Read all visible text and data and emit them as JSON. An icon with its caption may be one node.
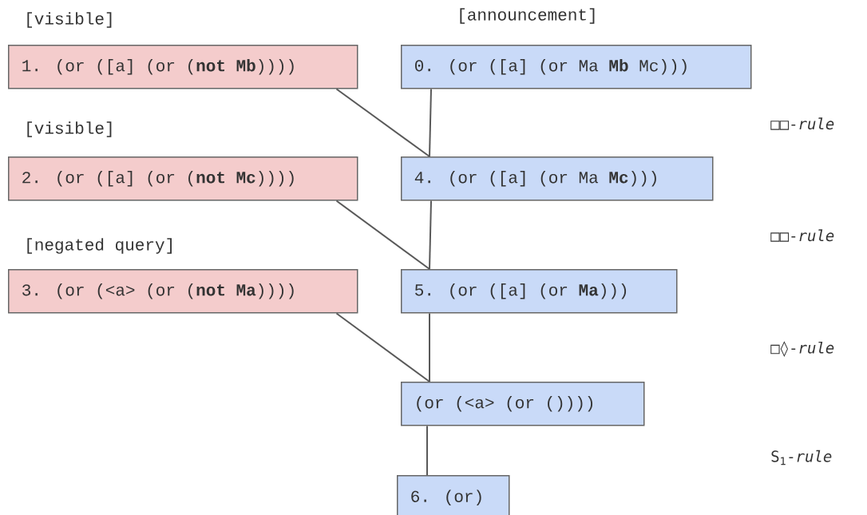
{
  "diagram": {
    "nodes": [
      {
        "text": [
          "[visible]",
          "1. (or ([a] (or (**not Mb**))))"
        ]
      },
      {
        "text": [
          "[announcement]",
          "0. (or ([a] (or Ma **Mb** Mc)))"
        ]
      },
      {
        "text": [
          "[visible]",
          "2. (or ([a] (or (**not Mc**))))"
        ]
      },
      {
        "text": [
          "4. (or ([a] (or Ma **Mc**)))"
        ]
      },
      {
        "text": [
          "[negated query]",
          "3. (or (<a> (or (**not Ma**))))"
        ]
      },
      {
        "text": [
          "5. (or ([a] (or **Ma**)))"
        ]
      },
      {
        "text": [
          "(or (<a> (or ())))"
        ]
      },
      {
        "text": [
          "6. (or)"
        ]
      }
    ],
    "edges": [
      {
        "from": 0,
        "to": 3,
        "arrow": "none"
      },
      {
        "from": 1,
        "to": 3,
        "arrow": "none"
      },
      {
        "from": 2,
        "to": 5,
        "arrow": "none"
      },
      {
        "from": 3,
        "to": 5,
        "arrow": "none"
      },
      {
        "from": 4,
        "to": 6,
        "arrow": "none"
      },
      {
        "from": 5,
        "to": 6,
        "arrow": "none"
      },
      {
        "from": 6,
        "to": 7,
        "arrow": "none"
      }
    ],
    "labels": [
      "□□-*rule*",
      "□□-*rule*",
      "□◊-*rule*",
      "S$_{1}$-*rule*"
    ]
  }
}
